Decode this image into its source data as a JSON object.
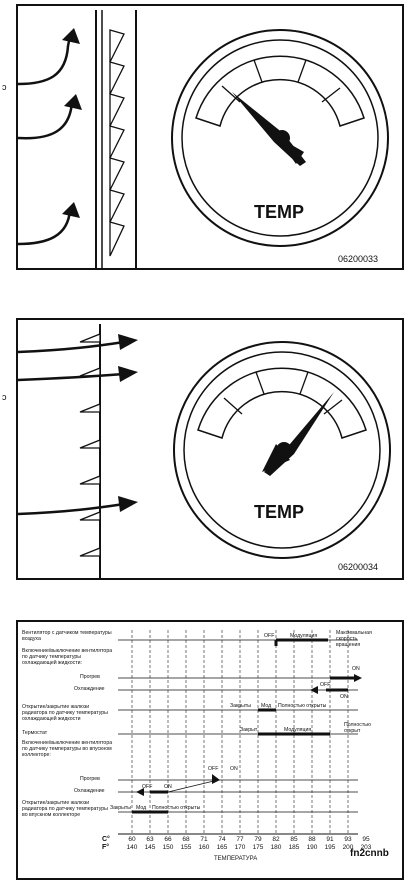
{
  "panel1": {
    "gauge_label": "TEMP",
    "code": "06200033"
  },
  "panel2": {
    "gauge_label": "TEMP",
    "code": "06200034"
  },
  "panel3": {
    "code": "fn2cnnb",
    "rows": [
      {
        "label": "Вентилятор с датчиком температуры воздуха"
      },
      {
        "label": "Включение/выключение вентилятора по датчику температуры охлаждающей жидкости:"
      },
      {
        "label": "Прогрев"
      },
      {
        "label": "Охлаждение"
      },
      {
        "label": "Открытие/закрытие жалюзи радиатора по датчику температуры охлаждающей жидкости"
      },
      {
        "label": "Термостат"
      },
      {
        "label": "Включение/выключение вентилятора по датчику температуры во впускном коллекторе:"
      },
      {
        "label": "Прогрев"
      },
      {
        "label": "Охлаждение"
      },
      {
        "label": "Открытие/закрытие жалюзи радиатора по датчику температуры во впускном коллекторе"
      }
    ],
    "bar_labels": {
      "off1": "OFF",
      "modulation1": "Модуляция",
      "max_speed": "Максимальная скорость вращения",
      "off_on_a": "OFF",
      "on_a": "ON",
      "off_b": "OFF",
      "on_b": "ON",
      "closed1": "Закрыты",
      "mod1": "Мод",
      "fully_open1": "Полностью открыты",
      "closed_th": "Закрыт",
      "modulation_th": "Модуляция",
      "fully_open_th": "Полностью открыт",
      "off_c": "OFF",
      "on_c": "ON",
      "off_d": "OFF",
      "on_d": "ON",
      "closed2": "Закрыты",
      "mod2": "Мод",
      "fully_open2": "Полностью открыты"
    },
    "axis": {
      "c_unit": "C°",
      "f_unit": "F°",
      "c_ticks": [
        "60",
        "63",
        "66",
        "68",
        "71",
        "74",
        "77",
        "79",
        "82",
        "85",
        "88",
        "91",
        "93",
        "95"
      ],
      "f_ticks": [
        "140",
        "145",
        "150",
        "155",
        "160",
        "165",
        "170",
        "175",
        "180",
        "185",
        "190",
        "195",
        "200",
        "203"
      ],
      "title": "ТЕМПЕРАТУРА"
    }
  }
}
